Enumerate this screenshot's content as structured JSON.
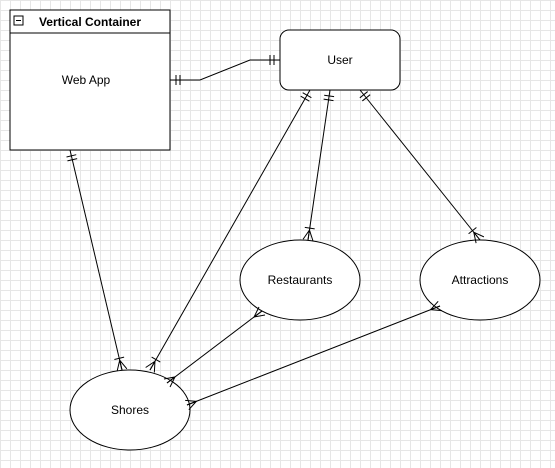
{
  "diagram": {
    "container": {
      "title": "Vertical Container",
      "content": "Web App",
      "collapse_icon": "minus-square-icon"
    },
    "nodes": {
      "user": "User",
      "restaurants": "Restaurants",
      "attractions": "Attractions",
      "shores": "Shores"
    },
    "edges": [
      {
        "from": "Web App",
        "to": "User",
        "from_end": "one-mandatory",
        "to_end": "one-mandatory"
      },
      {
        "from": "Web App",
        "to": "Shores",
        "from_end": "one-mandatory",
        "to_end": "one-or-many"
      },
      {
        "from": "User",
        "to": "Shores",
        "from_end": "one-mandatory",
        "to_end": "one-or-many"
      },
      {
        "from": "User",
        "to": "Restaurants",
        "from_end": "one-mandatory",
        "to_end": "one-or-many"
      },
      {
        "from": "User",
        "to": "Attractions",
        "from_end": "one-mandatory",
        "to_end": "one-or-many"
      },
      {
        "from": "Restaurants",
        "to": "Shores",
        "from_end": "many",
        "to_end": "many"
      },
      {
        "from": "Attractions",
        "to": "Shores",
        "from_end": "many",
        "to_end": "many"
      }
    ]
  }
}
